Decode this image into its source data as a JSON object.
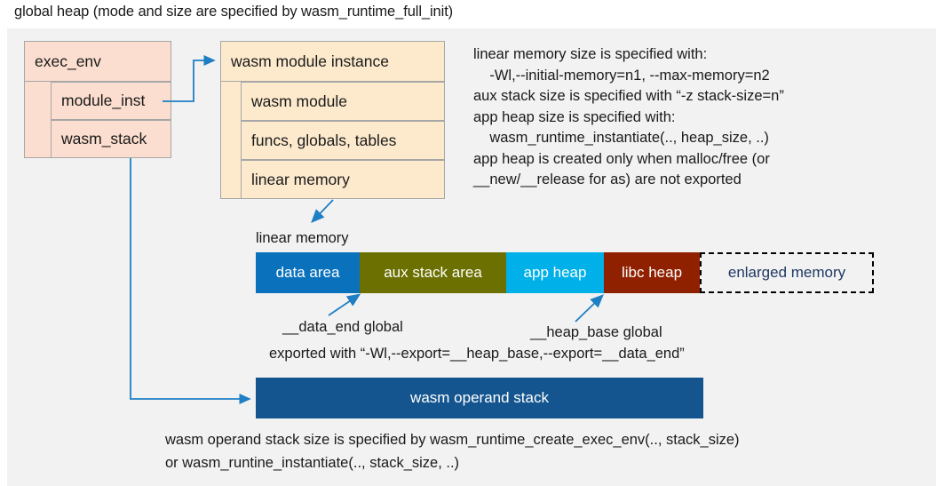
{
  "title": "global heap (mode and size are specified by wasm_runtime_full_init)",
  "exec_env": {
    "header": "exec_env",
    "rows": [
      "module_inst",
      "wasm_stack"
    ]
  },
  "module_instance": {
    "header": "wasm module instance",
    "rows": [
      "wasm module",
      "funcs, globals, tables",
      "linear memory"
    ]
  },
  "notes": {
    "lines": [
      "linear memory size is specified with:",
      "    -Wl,--initial-memory=n1, --max-memory=n2",
      "aux stack size is specified with “-z stack-size=n”",
      "app heap size is specified with:",
      "    wasm_runtime_instantiate(.., heap_size, ..)",
      "app heap is created only when malloc/free (or",
      "__new/__release for as) are not exported"
    ]
  },
  "linear_memory": {
    "caption": "linear memory",
    "segments": [
      {
        "label": "data area",
        "color": "#0a72bd",
        "width": 117
      },
      {
        "label": "aux stack area",
        "color": "#6b7000",
        "width": 165
      },
      {
        "label": "app heap",
        "color": "#00b0e8",
        "width": 110
      },
      {
        "label": "libc heap",
        "color": "#8f2000",
        "width": 108
      },
      {
        "label": "enlarged memory",
        "color": "#f2f2f2",
        "width": 196
      }
    ]
  },
  "annotations": {
    "data_end": "__data_end global",
    "heap_base": "__heap_base global",
    "exported_with": "exported with “-Wl,--export=__heap_base,--export=__data_end”"
  },
  "operand_stack": {
    "label": "wasm operand stack",
    "caption_lines": [
      "wasm operand stack size is specified by wasm_runtime_create_exec_env(.., stack_size)",
      "or wasm_runtine_instantiate(.., stack_size, ..)"
    ]
  },
  "colors": {
    "panel_bg": "#f2f2f2",
    "pink": "#fbdecf",
    "peach": "#fdeacd",
    "arrow_blue": "#1f7fc4",
    "navy": "#14558f"
  }
}
